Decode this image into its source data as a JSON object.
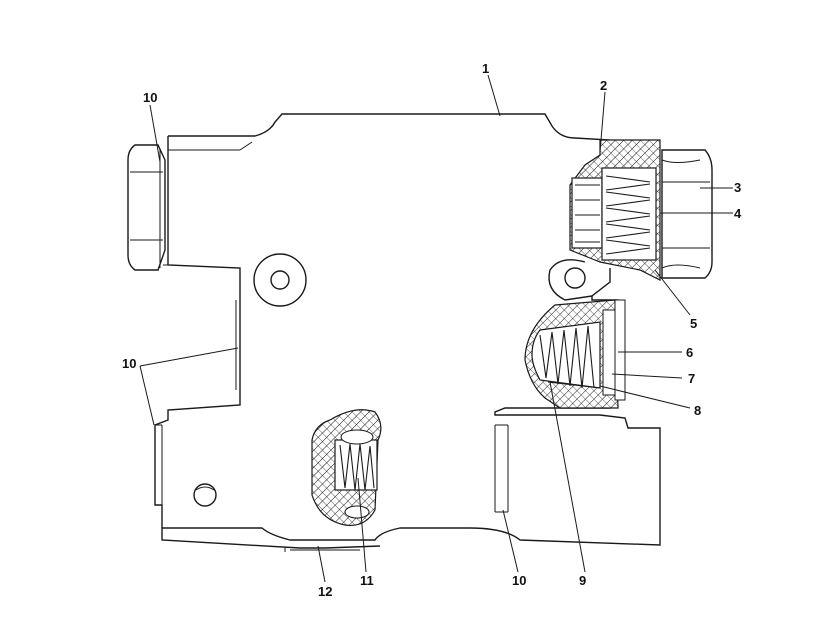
{
  "diagram": {
    "callouts": [
      {
        "id": "c1",
        "text": "1"
      },
      {
        "id": "c2",
        "text": "2"
      },
      {
        "id": "c3",
        "text": "3"
      },
      {
        "id": "c4",
        "text": "4"
      },
      {
        "id": "c5",
        "text": "5"
      },
      {
        "id": "c6",
        "text": "6"
      },
      {
        "id": "c7",
        "text": "7"
      },
      {
        "id": "c8",
        "text": "8"
      },
      {
        "id": "c9",
        "text": "9"
      },
      {
        "id": "c10a",
        "text": "10"
      },
      {
        "id": "c10b",
        "text": "10"
      },
      {
        "id": "c10c",
        "text": "10"
      },
      {
        "id": "c11",
        "text": "11"
      },
      {
        "id": "c12",
        "text": "12"
      }
    ],
    "colors": {
      "line": "#1a1a1a",
      "background": "#ffffff"
    }
  }
}
